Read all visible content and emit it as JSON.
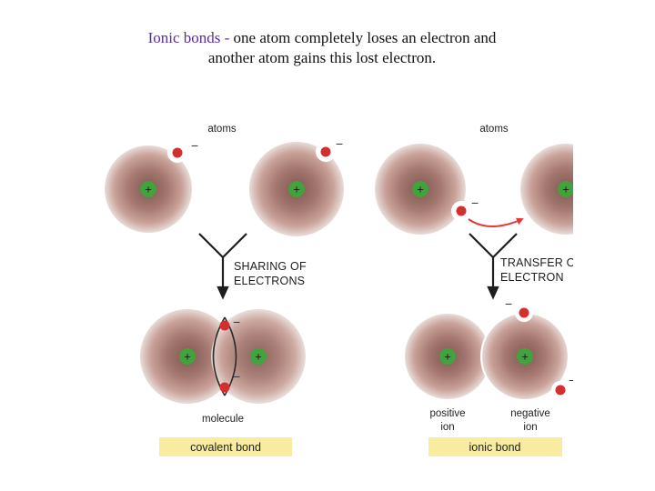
{
  "caption": {
    "term": "Ionic bonds",
    "dash": " - ",
    "rest": "one atom completely loses an electron and another atom gains this lost electron."
  },
  "covalent": {
    "atoms_label": "atoms",
    "process_line1": "SHARING OF",
    "process_line2": "ELECTRONS",
    "product_label": "molecule",
    "bond_label": "covalent bond"
  },
  "ionic": {
    "atoms_label": "atoms",
    "process_line1": "TRANSFER OF",
    "process_line2": "ELECTRON",
    "positive_line1": "positive",
    "positive_line2": "ion",
    "negative_line1": "negative",
    "negative_line2": "ion",
    "bond_label": "ionic bond"
  },
  "symbols": {
    "plus": "+",
    "minus": "−"
  },
  "colors": {
    "atom_edge": "#e8dcd8",
    "atom_mid": "#c9a29a",
    "atom_core": "#7f5852",
    "nucleus_fill": "#41a33b",
    "electron_fill": "#d32f2f",
    "transfer_arrow": "#e53935",
    "bond_bar": "#f7eca0",
    "caption_term": "#5b2aa8"
  }
}
